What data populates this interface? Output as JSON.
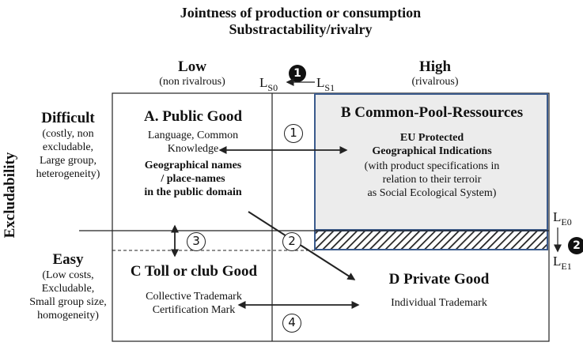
{
  "header": {
    "title_line1": "Jointness of production or consumption",
    "title_line2": "Substractability/rivalry"
  },
  "columns": {
    "low": {
      "label": "Low",
      "sub": "(non rivalrous)"
    },
    "high": {
      "label": "High",
      "sub": "(rivalrous)"
    }
  },
  "shift_rivalry": {
    "from": "S0",
    "to": "S1",
    "letter": "L",
    "marker": "1"
  },
  "shift_excludability": {
    "from": "E0",
    "to": "E1",
    "letter": "L",
    "marker": "2"
  },
  "axis": {
    "excludability": "Excludability"
  },
  "rows": {
    "difficult": {
      "label": "Difficult",
      "sub": [
        "(costly, non",
        "excludable,",
        "Large group,",
        "heterogeneity)"
      ]
    },
    "easy": {
      "label": "Easy",
      "sub": [
        "(Low costs,",
        "Excludable,",
        "Small group size,",
        "homogeneity)"
      ]
    }
  },
  "quadrants": {
    "a": {
      "title": "A. Public Good",
      "text": [
        "Language, Common",
        "Knowledge"
      ],
      "bold_text": [
        "Geographical names",
        "/ place-names",
        "in the public domain"
      ]
    },
    "b": {
      "title": "B Common-Pool-Ressources",
      "bold_text": [
        "EU Protected",
        "Geographical Indications"
      ],
      "text": [
        "(with product specifications in",
        "relation to their terroir",
        "as Social Ecological System)"
      ]
    },
    "c": {
      "title": "C Toll or club Good",
      "text": [
        "Collective Trademark",
        "Certification Mark"
      ]
    },
    "d": {
      "title": "D Private Good",
      "text": [
        "Individual Trademark"
      ]
    }
  },
  "transitions": [
    "1",
    "2",
    "3",
    "4"
  ],
  "colors": {
    "shaded_box": "#ececec",
    "box_border": "#3a5a8c",
    "line": "#222222"
  }
}
